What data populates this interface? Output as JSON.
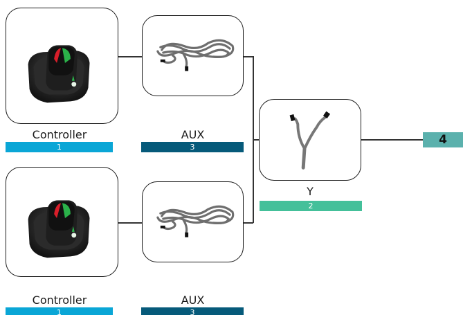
{
  "colors": {
    "controller_bar": "#0aa6d6",
    "aux_bar": "#065a7a",
    "y_bar": "#44c09a",
    "end_box": "#5bb1ad",
    "line": "#333333"
  },
  "nodes": {
    "controller_top": {
      "label": "Controller",
      "badge": "1",
      "icon": "joystick-controller-icon"
    },
    "controller_bottom": {
      "label": "Controller",
      "badge": "1",
      "icon": "joystick-controller-icon"
    },
    "aux_top": {
      "label": "AUX",
      "badge": "3",
      "icon": "coiled-cable-icon"
    },
    "aux_bottom": {
      "label": "AUX",
      "badge": "3",
      "icon": "coiled-cable-icon"
    },
    "y_cable": {
      "label": "Y",
      "badge": "2",
      "icon": "y-splitter-cable-icon"
    },
    "end": {
      "label": "4"
    }
  }
}
